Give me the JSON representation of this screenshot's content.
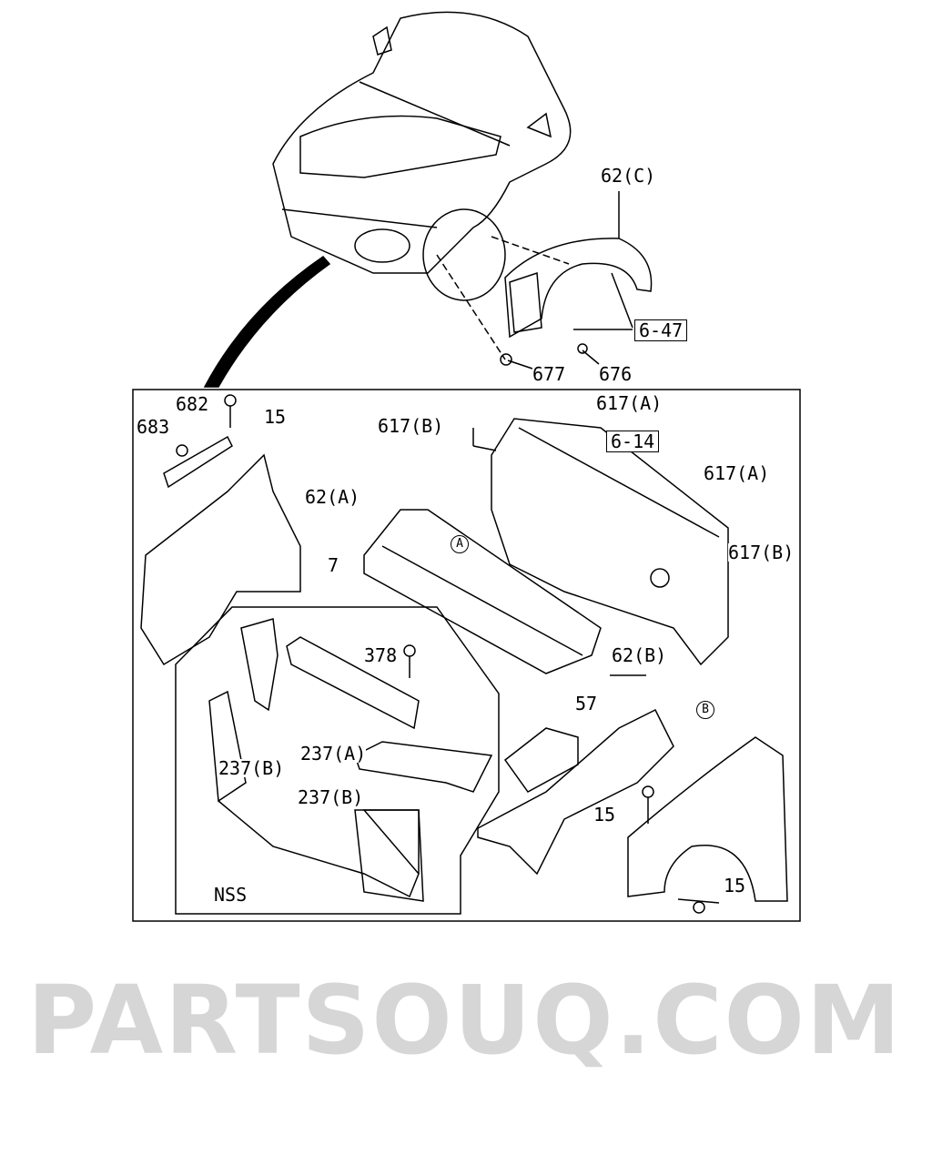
{
  "watermark": "PARTSOUQ.COM",
  "callouts": {
    "c62c": "62(C)",
    "c647": "6-47",
    "c677": "677",
    "c676": "676",
    "c682": "682",
    "c15a": "15",
    "c683": "683",
    "c617b1": "617(B)",
    "c617a1": "617(A)",
    "c614": "6-14",
    "c617a2": "617(A)",
    "c62a": "62(A)",
    "cA": "A",
    "c7": "7",
    "c617b2": "617(B)",
    "c378": "378",
    "c62b": "62(B)",
    "c57": "57",
    "cB": "B",
    "c237a": "237(A)",
    "c237b1": "237(B)",
    "c237b2": "237(B)",
    "c15b": "15",
    "cNSS": "NSS",
    "c15c": "15"
  }
}
